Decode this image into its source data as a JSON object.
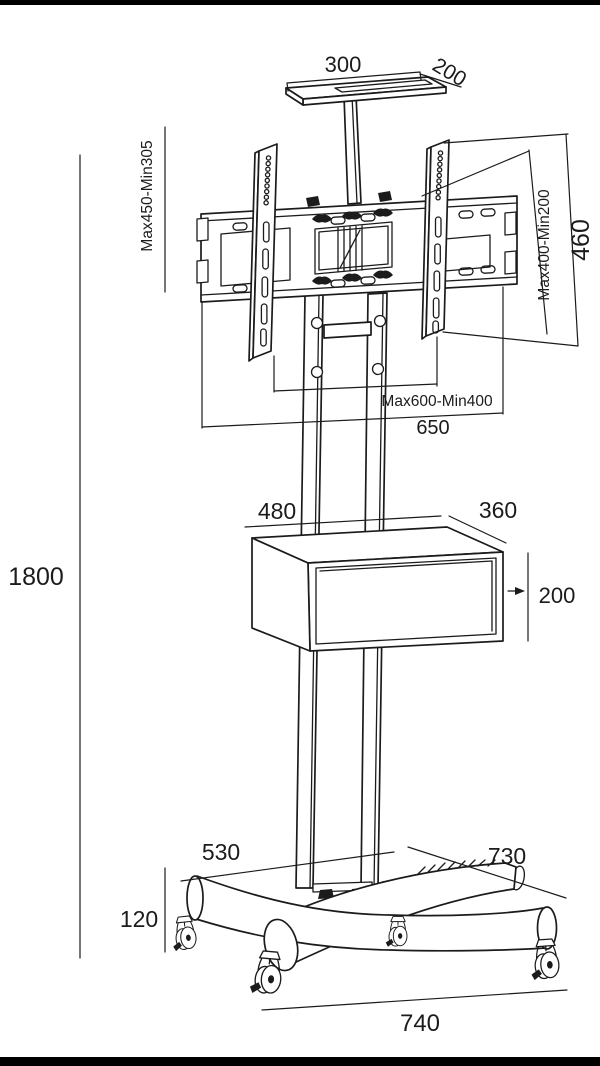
{
  "colors": {
    "background": "#ffffff",
    "ink": "#1b1b1b",
    "letterbox": "#000000"
  },
  "drawing": {
    "dimensions": {
      "top_shelf_width": {
        "label": "300"
      },
      "top_shelf_depth": {
        "label": "200"
      },
      "bracket_height_range": {
        "label": "Max450-Min305"
      },
      "vesa_height_range": {
        "label": "Max400-Min200"
      },
      "bracket_column_height": {
        "label": "460"
      },
      "vesa_width_range": {
        "label": "Max600-Min400"
      },
      "bracket_width": {
        "label": "650"
      },
      "shelf_width": {
        "label": "480"
      },
      "shelf_depth": {
        "label": "360"
      },
      "shelf_height": {
        "label": "200"
      },
      "overall_height": {
        "label": "1800"
      },
      "base_span_front": {
        "label": "530"
      },
      "base_span_side": {
        "label": "730"
      },
      "base_height": {
        "label": "120"
      },
      "base_width": {
        "label": "740"
      }
    }
  }
}
